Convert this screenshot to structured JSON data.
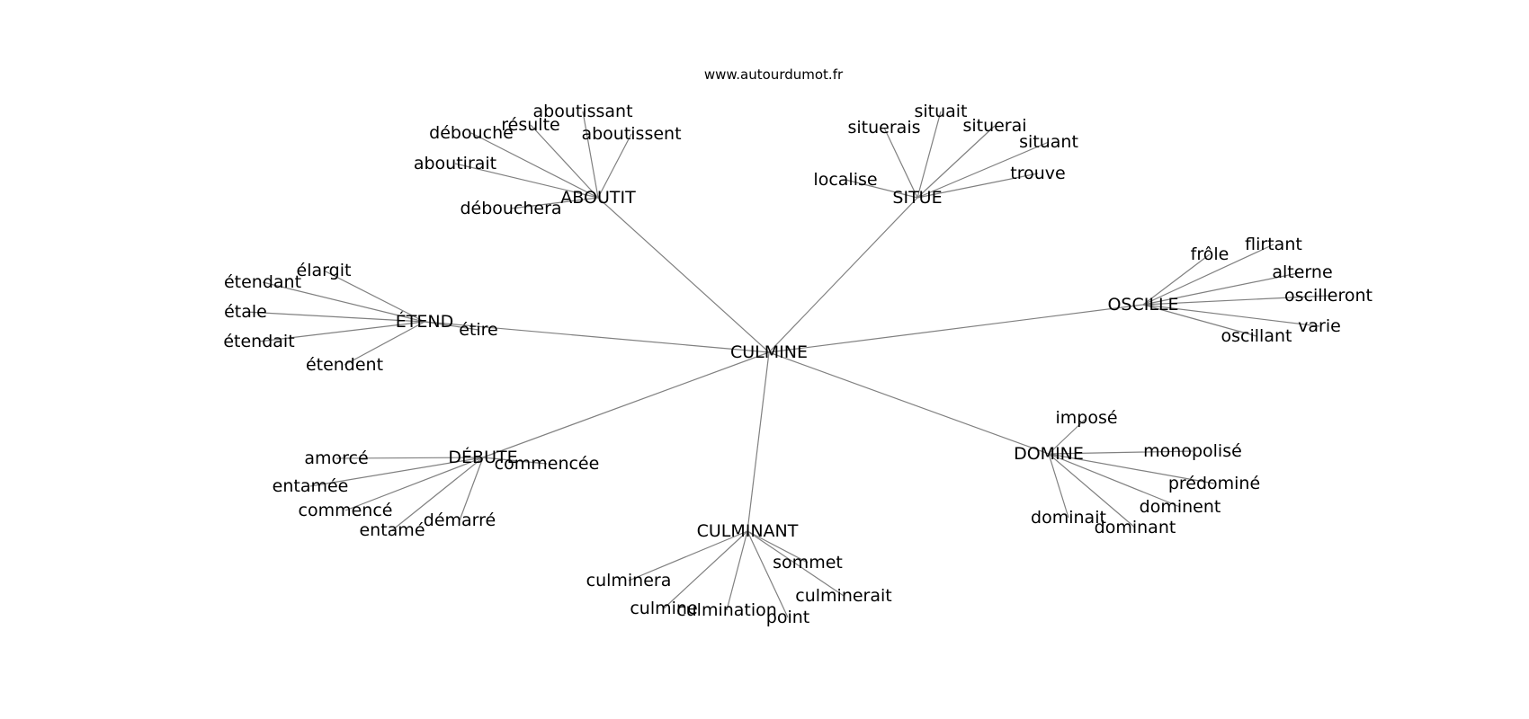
{
  "site": "www.autourdumot.fr",
  "center": "CULMINE",
  "groups": [
    {
      "hub": "ABOUTIT",
      "leaves": [
        "aboutissant",
        "résulte",
        "débouche",
        "aboutissent",
        "aboutirait",
        "débouchera"
      ]
    },
    {
      "hub": "SITUE",
      "leaves": [
        "situait",
        "situerais",
        "situerai",
        "situant",
        "localise",
        "trouve"
      ]
    },
    {
      "hub": "ÉTEND",
      "leaves": [
        "élargit",
        "étendant",
        "étale",
        "étendait",
        "étendent",
        "étire"
      ]
    },
    {
      "hub": "OSCILLE",
      "leaves": [
        "frôle",
        "flirtant",
        "alterne",
        "oscilleront",
        "varie",
        "oscillant"
      ]
    },
    {
      "hub": "DÉBUTE",
      "leaves": [
        "amorcé",
        "commencée",
        "entamée",
        "commencé",
        "démarré",
        "entamé"
      ]
    },
    {
      "hub": "DOMINE",
      "leaves": [
        "imposé",
        "monopolisé",
        "prédominé",
        "dominent",
        "dominait",
        "dominant"
      ]
    },
    {
      "hub": "CULMINANT",
      "leaves": [
        "sommet",
        "culminera",
        "culminerait",
        "culmine",
        "culmination",
        "point"
      ]
    }
  ]
}
